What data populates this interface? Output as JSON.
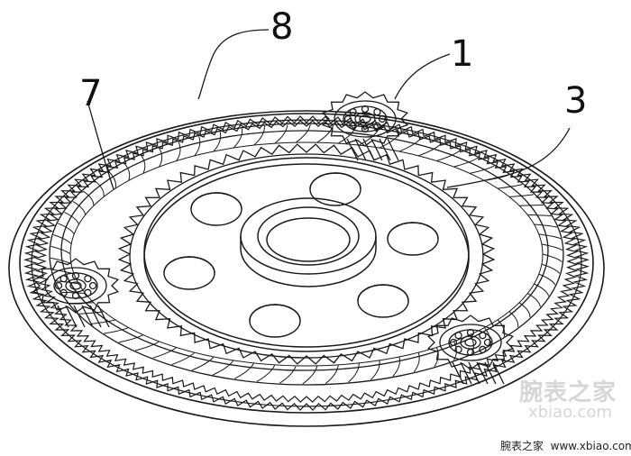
{
  "callouts": [
    {
      "id": "8",
      "label": "8"
    },
    {
      "id": "1",
      "label": "1"
    },
    {
      "id": "7",
      "label": "7"
    },
    {
      "id": "3",
      "label": "3"
    }
  ],
  "watermark": {
    "brand": "腕表之家",
    "url": "xbiao.com"
  },
  "footer_caption": "腕表之家  www.xbiao.com",
  "colors": {
    "stroke": "#1a1a1a",
    "watermark": "#d6d6d6",
    "background": "#ffffff"
  }
}
